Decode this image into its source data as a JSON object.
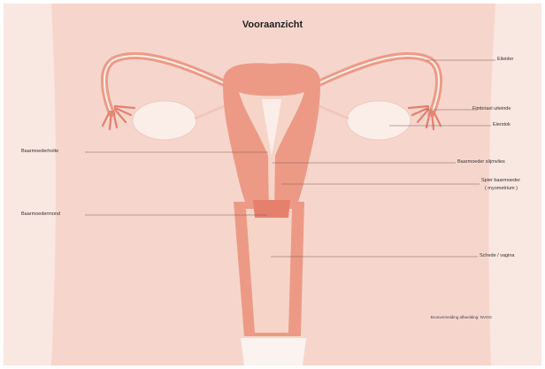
{
  "title": "Vooraanzicht",
  "labels": {
    "eileider": "Eileider",
    "fimbriae": "Fimbriael uiteinde",
    "eierstok": "Eierstok",
    "baarmoederholte": "Baarmoederholte",
    "slijmvlies": "Baarmoeder slijmvlies",
    "spier": "Spier baarmoeder",
    "myometrium": "( myometrium )",
    "baarmoedermond": "Baarmoedermond",
    "schede": "Schede / vagina"
  },
  "credit": "Bronvermelding afbeelding: NVOG",
  "colors": {
    "background": "#f9e7e1",
    "body": "#f6d6cc",
    "tissue": "#ec9a86",
    "tissue_dark": "#e5806c",
    "lining": "#f7d4c8",
    "ovary": "#fbeee9",
    "line": "#7a5a52"
  }
}
